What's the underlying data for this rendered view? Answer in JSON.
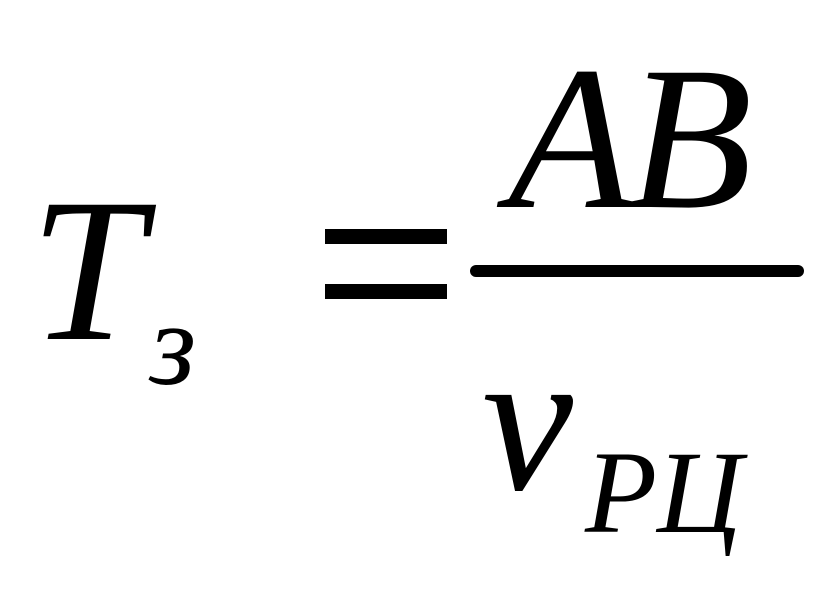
{
  "formula": {
    "lhs": {
      "symbol": "T",
      "subscript": "з"
    },
    "fraction": {
      "numerator": "AB",
      "denominator": {
        "symbol": "v",
        "subscript": "РЦ"
      }
    }
  }
}
